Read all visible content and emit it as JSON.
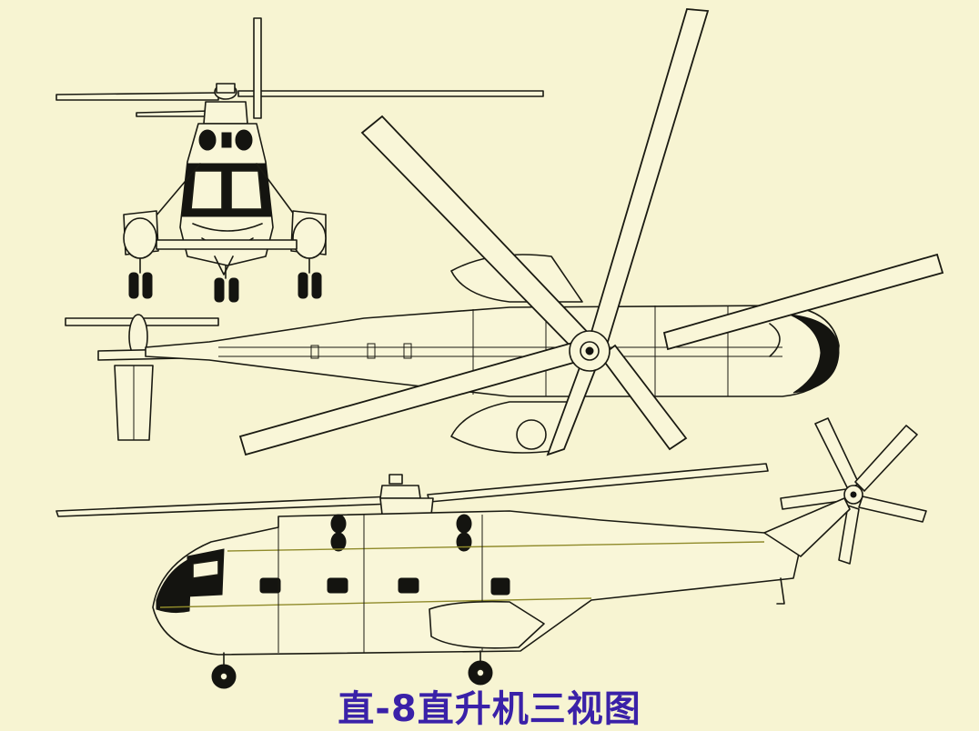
{
  "caption": "直-8直升机三视图",
  "colors": {
    "background": "#f7f4d2",
    "line": "#1a1a12",
    "caption": "#3a21a8"
  },
  "views": [
    "front-view",
    "top-view",
    "side-view"
  ]
}
